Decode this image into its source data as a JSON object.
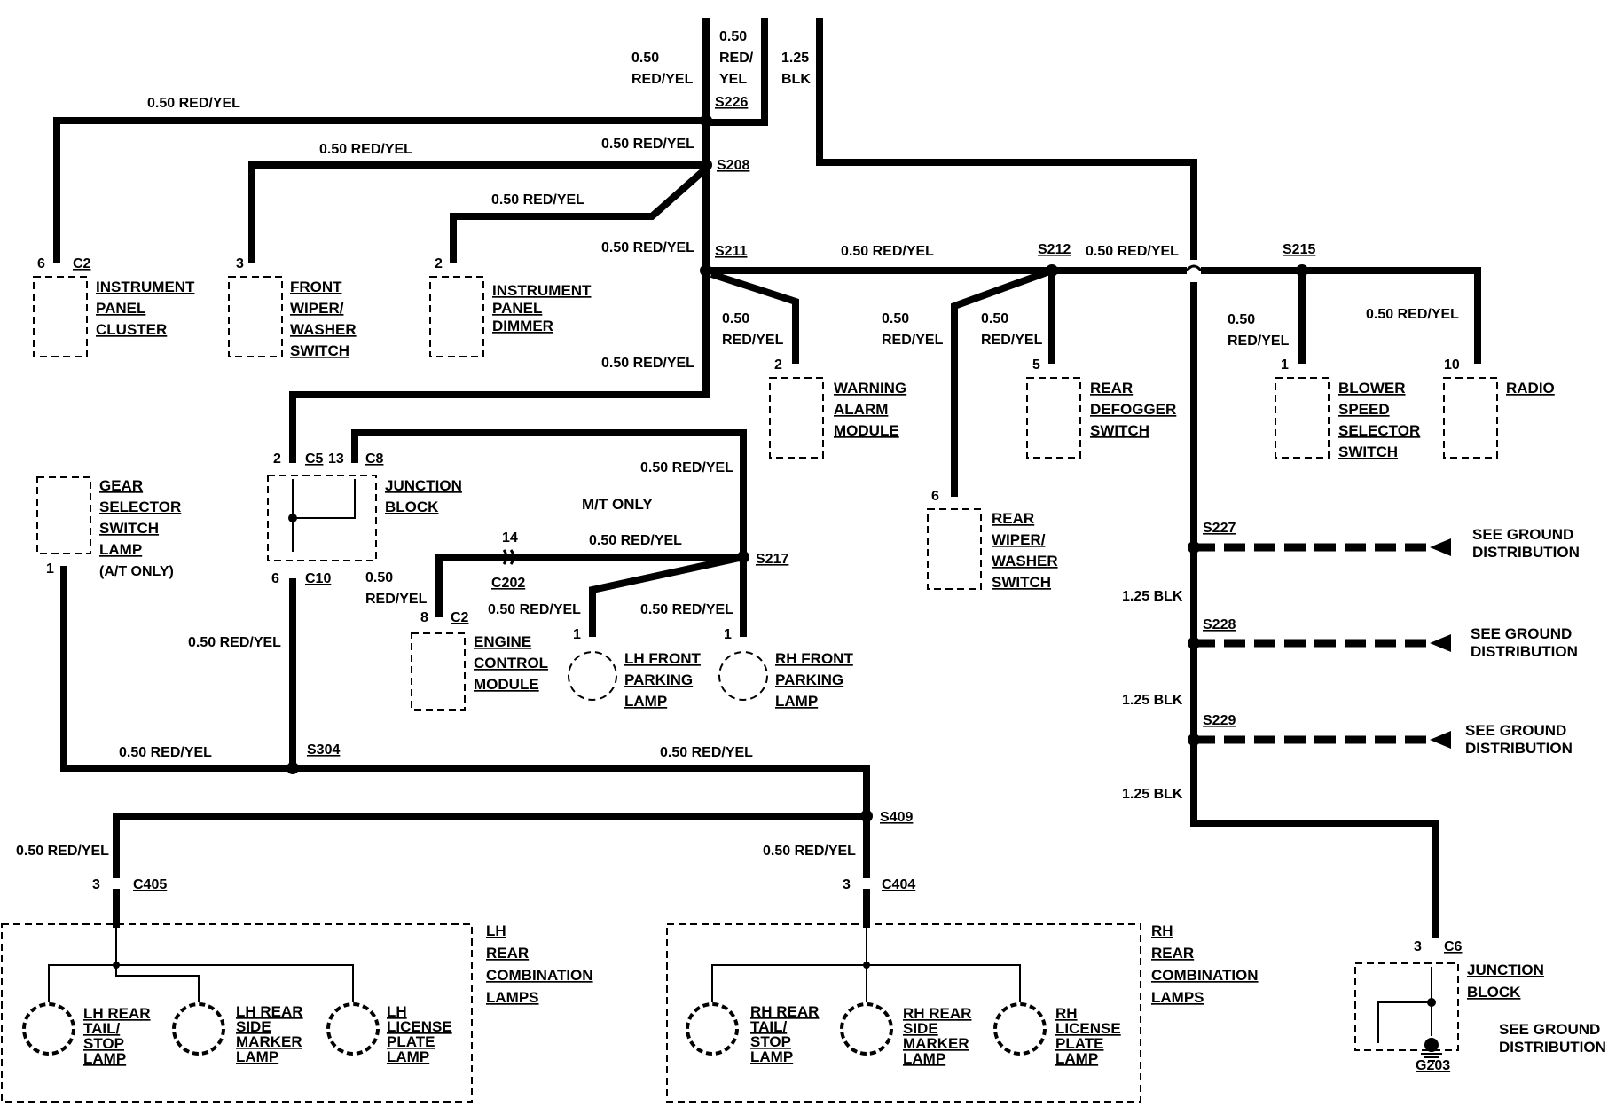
{
  "wire_labels": {
    "w1": "0.50",
    "w2": "RED/YEL",
    "w3": "0.50",
    "w4": "RED/",
    "w5": "YEL",
    "w6": "1.25",
    "w7": "BLK",
    "w8": "0.50 RED/YEL",
    "w9": "0.50 RED/YEL",
    "w10": "0.50 RED/YEL",
    "w11": "0.50 RED/YEL",
    "w12": "0.50 RED/YEL",
    "w13": "0.50 RED/YEL",
    "w14": "0.50 RED/YEL",
    "w15": "0.50",
    "w16": "RED/YEL",
    "w17": "0.50",
    "w18": "RED/YEL",
    "w19": "0.50",
    "w20": "RED/YEL",
    "w21": "0.50",
    "w22": "RED/YEL",
    "w23": "0.50 RED/YEL",
    "w24": "0.50 RED/YEL",
    "w25": "0.50 RED/YEL",
    "w26": "0.50 RED/YEL",
    "w27": "0.50 RED/YEL",
    "w28": "0.50 RED/YEL",
    "w29": "0.50",
    "w30": "RED/YEL",
    "w31": "0.50 RED/YEL",
    "w32": "0.50 RED/YEL",
    "w33": "0.50 RED/YEL",
    "w34": "0.50 RED/YEL",
    "w35": "0.50 RED/YEL",
    "w36": "1.25 BLK",
    "w37": "1.25 BLK",
    "w38": "1.25 BLK"
  },
  "splices": {
    "s226": "S226",
    "s208": "S208",
    "s211": "S211",
    "s212": "S212",
    "s215": "S215",
    "s217": "S217",
    "s227": "S227",
    "s228": "S228",
    "s229": "S229",
    "s304": "S304",
    "s409": "S409",
    "g203": "G203"
  },
  "pins": {
    "p1": "6",
    "p2": "3",
    "p3": "2",
    "p4": "2",
    "p5": "6",
    "p6": "5",
    "p7": "1",
    "p8": "10",
    "p9": "2",
    "p10": "13",
    "p11": "1",
    "p12": "6",
    "p13": "14",
    "p14": "8",
    "p15": "1",
    "p16": "1",
    "p17": "3",
    "p18": "3",
    "p19": "3"
  },
  "connectors": {
    "c1": "C2",
    "c2": "C5",
    "c3": "C8",
    "c4": "C10",
    "c5": "C202",
    "c6": "C2",
    "c7": "C405",
    "c8": "C404",
    "c9": "C6"
  },
  "components": {
    "instrument_panel_cluster": [
      "INSTRUMENT",
      "PANEL",
      "CLUSTER"
    ],
    "front_wiper_washer_switch": [
      "FRONT",
      "WIPER/",
      "WASHER",
      "SWITCH"
    ],
    "instrument_panel_dimmer": [
      "INSTRUMENT",
      "PANEL",
      "DIMMER"
    ],
    "warning_alarm_module": [
      "WARNING",
      "ALARM",
      "MODULE"
    ],
    "rear_defogger_switch": [
      "REAR",
      "DEFOGGER",
      "SWITCH"
    ],
    "blower_speed_selector_switch": [
      "BLOWER",
      "SPEED",
      "SELECTOR",
      "SWITCH"
    ],
    "radio": [
      "RADIO"
    ],
    "rear_wiper_washer_switch": [
      "REAR",
      "WIPER/",
      "WASHER",
      "SWITCH"
    ],
    "gear_selector_switch_lamp": [
      "GEAR",
      "SELECTOR",
      "SWITCH",
      "LAMP"
    ],
    "gear_selector_note": "(A/T ONLY)",
    "junction_block_top": [
      "JUNCTION",
      "BLOCK"
    ],
    "engine_control_module": [
      "ENGINE",
      "CONTROL",
      "MODULE"
    ],
    "lh_front_parking_lamp": [
      "LH FRONT",
      "PARKING",
      "LAMP"
    ],
    "rh_front_parking_lamp": [
      "RH FRONT",
      "PARKING",
      "LAMP"
    ],
    "lh_rear_combination_lamps": [
      "LH",
      "REAR",
      "COMBINATION",
      "LAMPS"
    ],
    "rh_rear_combination_lamps": [
      "RH",
      "REAR",
      "COMBINATION",
      "LAMPS"
    ],
    "lh_rear_tail_stop_lamp": [
      "LH REAR",
      "TAIL/",
      "STOP",
      "LAMP"
    ],
    "lh_rear_side_marker_lamp": [
      "LH REAR",
      "SIDE",
      "MARKER",
      "LAMP"
    ],
    "lh_license_plate_lamp": [
      "LH",
      "LICENSE",
      "PLATE",
      "LAMP"
    ],
    "rh_rear_tail_stop_lamp": [
      "RH REAR",
      "TAIL/",
      "STOP",
      "LAMP"
    ],
    "rh_rear_side_marker_lamp": [
      "RH REAR",
      "SIDE",
      "MARKER",
      "LAMP"
    ],
    "rh_license_plate_lamp": [
      "RH",
      "LICENSE",
      "PLATE",
      "LAMP"
    ],
    "junction_block_bottom": [
      "JUNCTION",
      "BLOCK"
    ]
  },
  "notes": {
    "mt_only": "M/T ONLY",
    "ground_1": [
      "SEE GROUND",
      "DISTRIBUTION"
    ],
    "ground_2": [
      "SEE GROUND",
      "DISTRIBUTION"
    ],
    "ground_3": [
      "SEE GROUND",
      "DISTRIBUTION"
    ],
    "ground_4": [
      "SEE GROUND",
      "DISTRIBUTION"
    ]
  }
}
